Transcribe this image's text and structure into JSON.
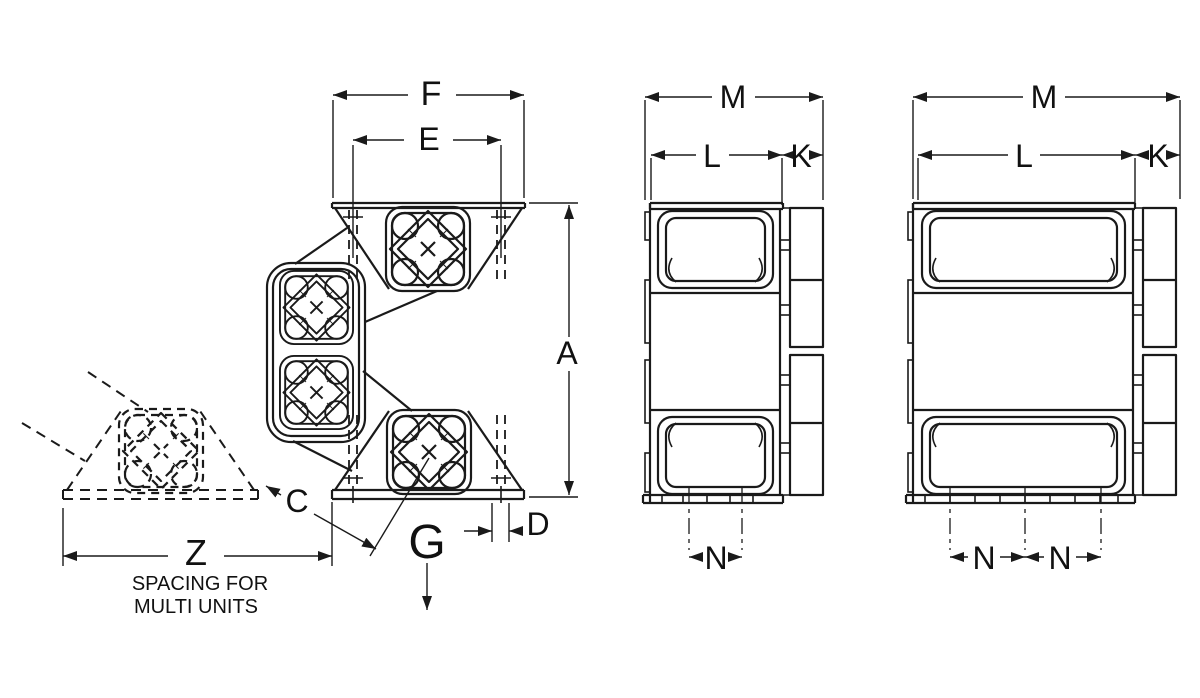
{
  "colors": {
    "background": "#ffffff",
    "ink": "#1a1a1a"
  },
  "views": {
    "front": {
      "dims": {
        "F": "F",
        "E": "E",
        "A": "A",
        "C": "C",
        "D": "D",
        "G": "G",
        "Z": "Z"
      },
      "note_line1": "SPACING FOR",
      "note_line2": "MULTI UNITS"
    },
    "side_compact": {
      "dims": {
        "M": "M",
        "L": "L",
        "K": "K",
        "N": "N"
      }
    },
    "side_wide": {
      "dims": {
        "M": "M",
        "L": "L",
        "K": "K",
        "N_left": "N",
        "N_right": "N"
      }
    }
  }
}
